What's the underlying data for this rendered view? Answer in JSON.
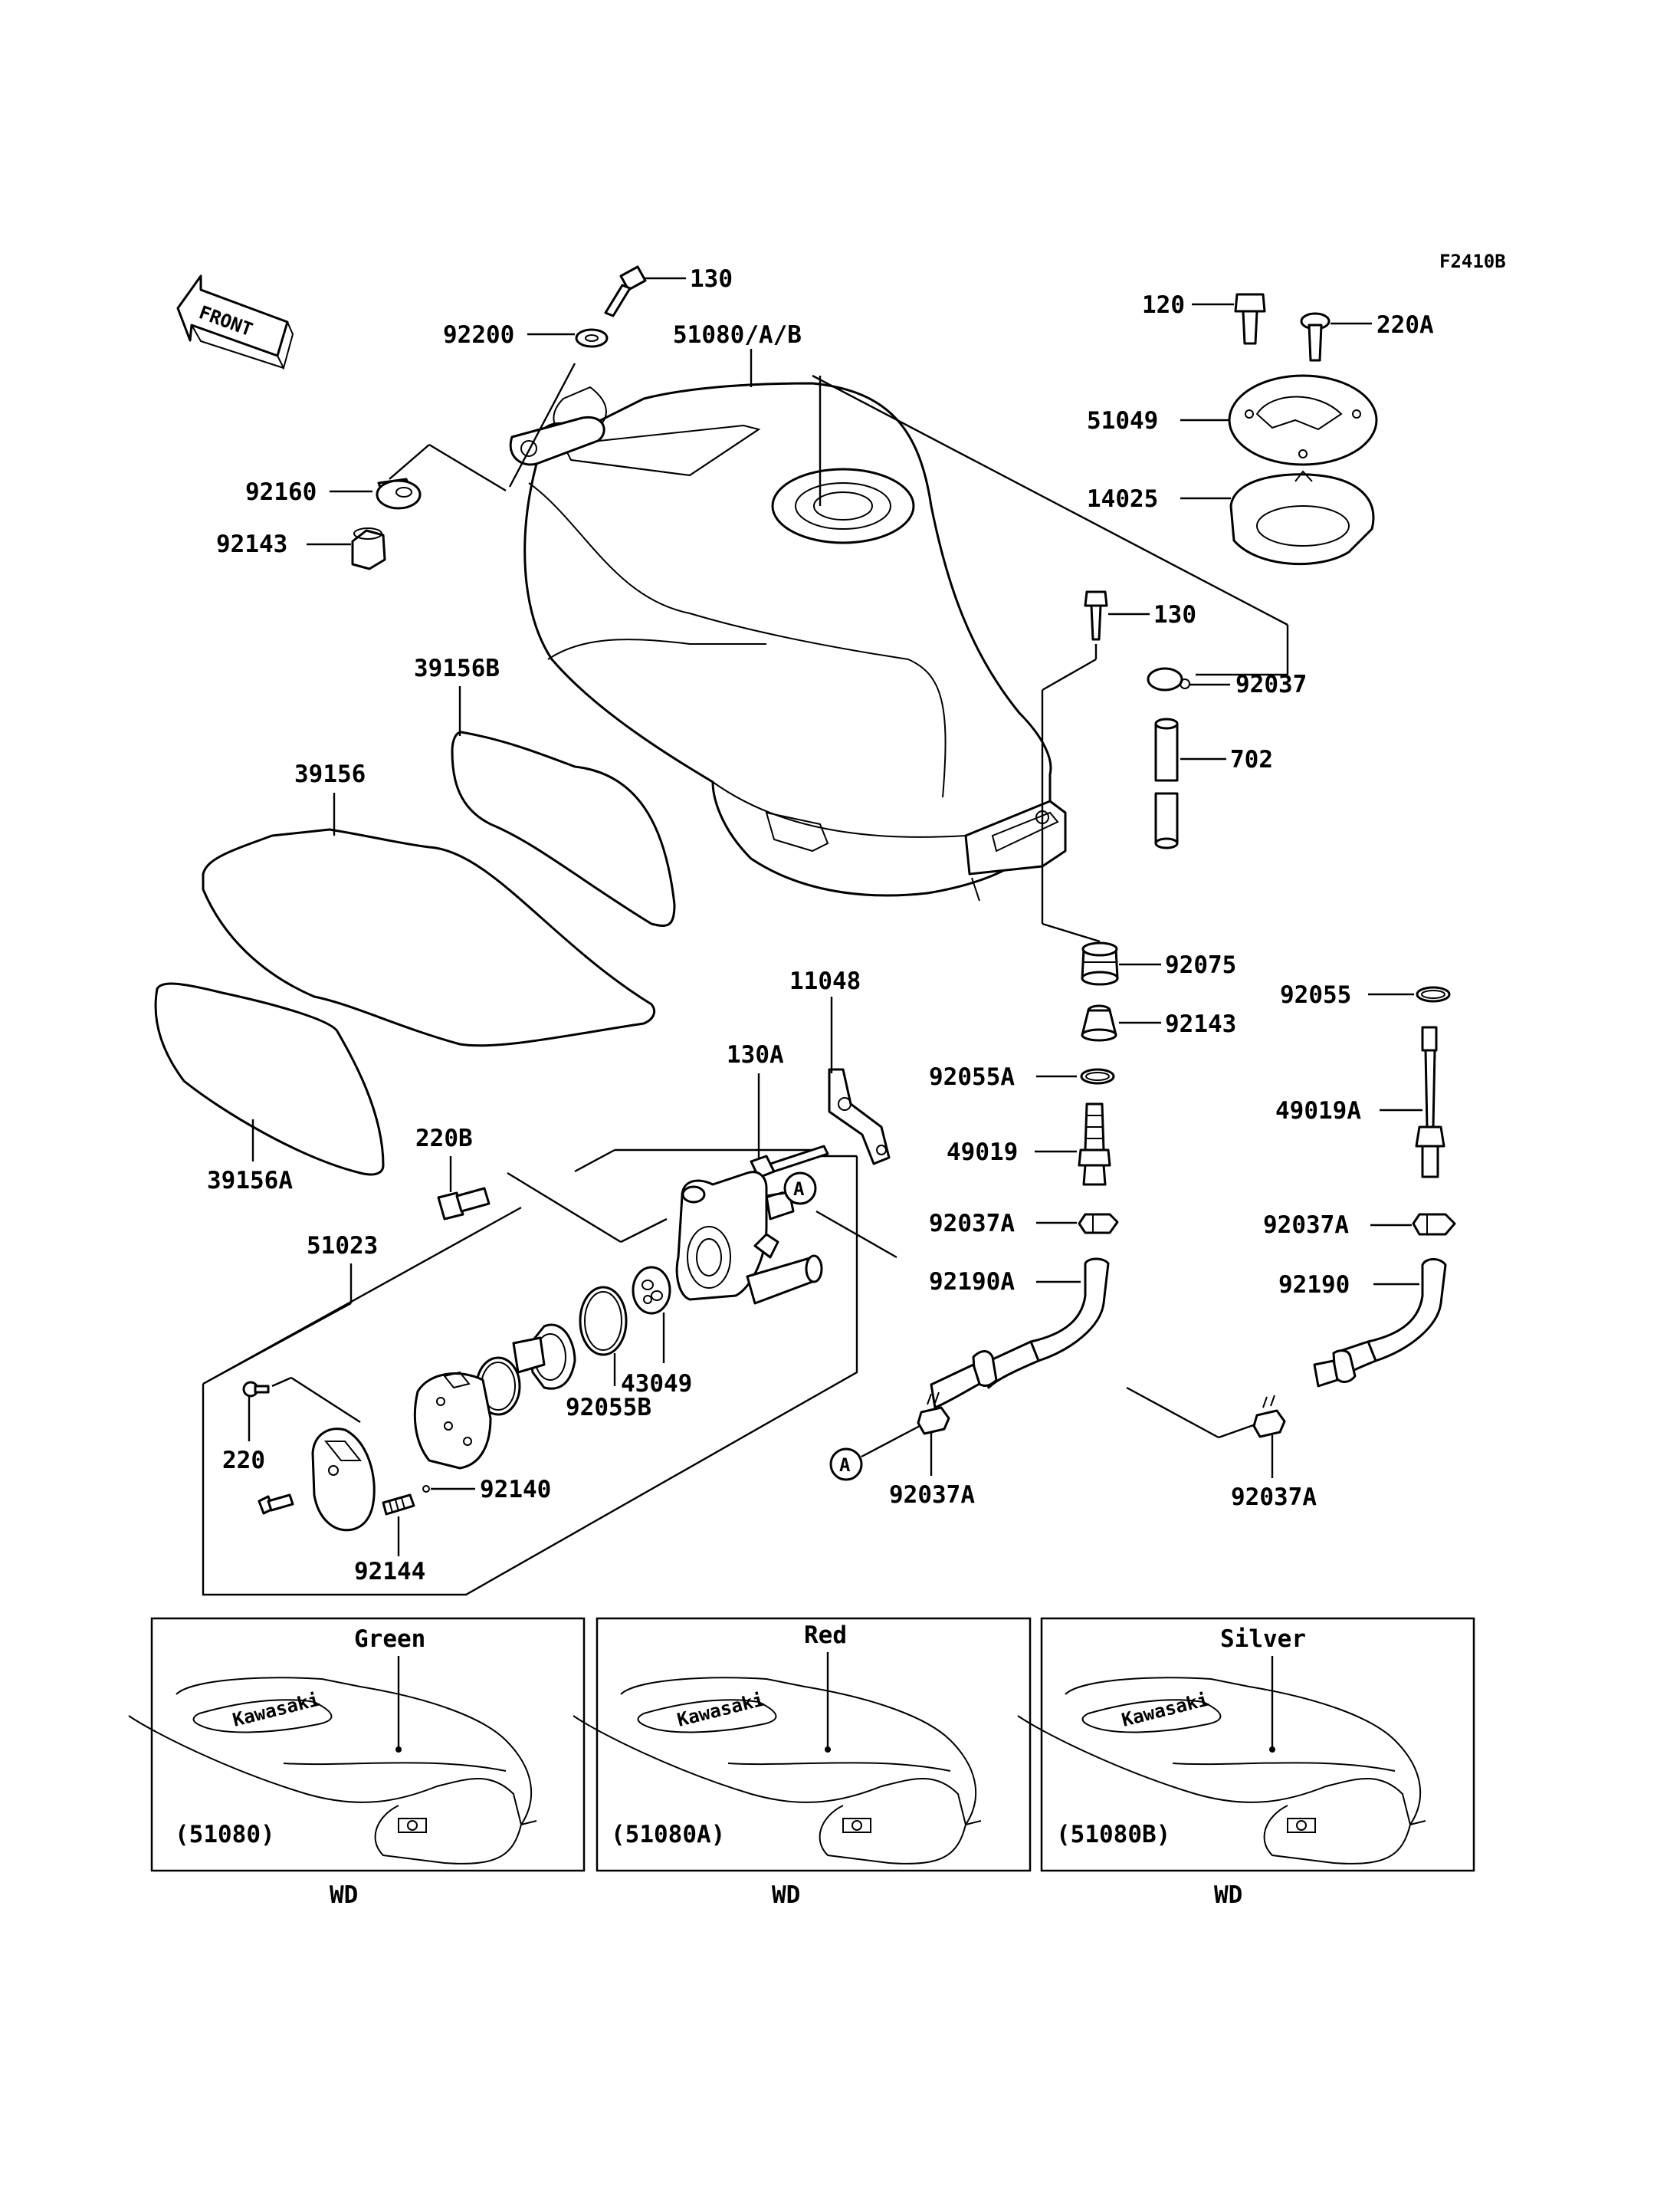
{
  "figure_code": "F2410B",
  "front_arrow_label": "FRONT",
  "callout_marker": "A",
  "tank_logo_text": "Kawasaki",
  "parts": {
    "p130_top": "130",
    "p92200": "92200",
    "p51080AB": "51080/A/B",
    "p92160": "92160",
    "p92143_left": "92143",
    "p120": "120",
    "p220A": "220A",
    "p51049": "51049",
    "p14025": "14025",
    "p130_mid": "130",
    "p92037": "92037",
    "p702": "702",
    "p39156B": "39156B",
    "p39156": "39156",
    "p39156A": "39156A",
    "p92075": "92075",
    "p92143_right": "92143",
    "p92055": "92055",
    "p11048": "11048",
    "p130A": "130A",
    "p92055A": "92055A",
    "p49019": "49019",
    "p49019A": "49019A",
    "p220B": "220B",
    "p92037A_1": "92037A",
    "p92037A_2": "92037A",
    "p92190A": "92190A",
    "p92190": "92190",
    "p51023": "51023",
    "p43049": "43049",
    "p92055B": "92055B",
    "p220": "220",
    "p92140": "92140",
    "p92144": "92144",
    "p92037A_3": "92037A",
    "p92037A_4": "92037A"
  },
  "variants": [
    {
      "color": "Green",
      "code": "(51080)",
      "suffix": "WD"
    },
    {
      "color": "Red",
      "code": "(51080A)",
      "suffix": "WD"
    },
    {
      "color": "Silver",
      "code": "(51080B)",
      "suffix": "WD"
    }
  ]
}
